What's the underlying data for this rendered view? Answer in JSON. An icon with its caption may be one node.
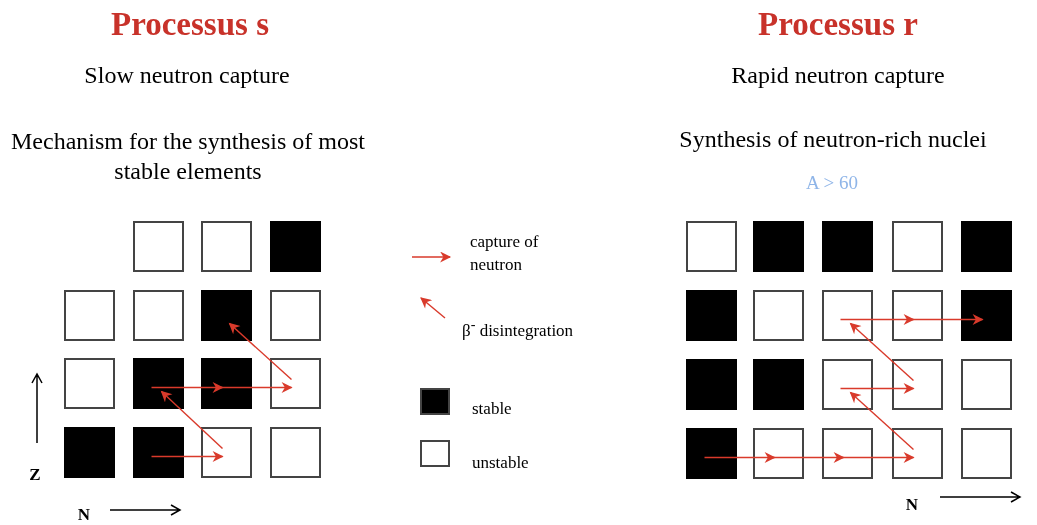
{
  "diagram": {
    "nodes": [
      {
        "text": [],
        "shape": "box"
      },
      {
        "text": [],
        "shape": "box"
      },
      {
        "text": [],
        "shape": "block"
      },
      {
        "text": [],
        "shape": "box"
      },
      {
        "text": [],
        "shape": "box"
      },
      {
        "text": [],
        "shape": "block"
      },
      {
        "text": [],
        "shape": "box"
      },
      {
        "text": [],
        "shape": "box"
      },
      {
        "text": [],
        "shape": "block"
      },
      {
        "text": [],
        "shape": "block"
      },
      {
        "text": [],
        "shape": "box"
      },
      {
        "text": [],
        "shape": "block"
      },
      {
        "text": [],
        "shape": "block"
      },
      {
        "text": [],
        "shape": "box"
      },
      {
        "text": [],
        "shape": "box"
      },
      {
        "text": [],
        "shape": "box"
      },
      {
        "text": [],
        "shape": "block"
      },
      {
        "text": [],
        "shape": "block"
      },
      {
        "text": [],
        "shape": "box"
      },
      {
        "text": [],
        "shape": "block"
      },
      {
        "text": [],
        "shape": "block"
      },
      {
        "text": [],
        "shape": "box"
      },
      {
        "text": [],
        "shape": "box"
      },
      {
        "text": [],
        "shape": "box"
      },
      {
        "text": [],
        "shape": "block"
      },
      {
        "text": [],
        "shape": "block"
      },
      {
        "text": [],
        "shape": "block"
      },
      {
        "text": [],
        "shape": "box"
      },
      {
        "text": [],
        "shape": "box"
      },
      {
        "text": [],
        "shape": "box"
      },
      {
        "text": [],
        "shape": "block"
      },
      {
        "text": [],
        "shape": "box"
      },
      {
        "text": [],
        "shape": "box"
      },
      {
        "text": [],
        "shape": "box"
      },
      {
        "text": [],
        "shape": "box"
      }
    ],
    "edges": [
      {
        "from": 12,
        "to": 13,
        "arrow": "to"
      },
      {
        "from": 13,
        "to": 8,
        "arrow": "to"
      },
      {
        "from": 8,
        "to": 9,
        "arrow": "to"
      },
      {
        "from": 9,
        "to": 10,
        "arrow": "to"
      },
      {
        "from": 10,
        "to": 5,
        "arrow": "to"
      },
      {
        "from": 30,
        "to": 31,
        "arrow": "to"
      },
      {
        "from": 31,
        "to": 32,
        "arrow": "to"
      },
      {
        "from": 32,
        "to": 33,
        "arrow": "to"
      },
      {
        "from": 33,
        "to": 27,
        "arrow": "to"
      },
      {
        "from": 27,
        "to": 28,
        "arrow": "to"
      },
      {
        "from": 28,
        "to": 22,
        "arrow": "to"
      },
      {
        "from": 22,
        "to": 23,
        "arrow": "to"
      },
      {
        "from": 23,
        "to": 24,
        "arrow": "to"
      }
    ],
    "labels": [
      "Processus s",
      "Slow neutron capture",
      "Mechanism for the synthesis of most stable elements",
      "Processus r",
      "Rapid neutron capture",
      "Synthesis of neutron-rich nuclei",
      "A > 60",
      "Z",
      "N",
      "N"
    ],
    "legend": [
      {
        "text": "capture of neutron"
      },
      {
        "text": "β$^{-}$ disintegration"
      },
      {
        "text": "stable",
        "color": "#000000"
      },
      {
        "text": "unstable",
        "color": "#ffffff"
      }
    ]
  }
}
